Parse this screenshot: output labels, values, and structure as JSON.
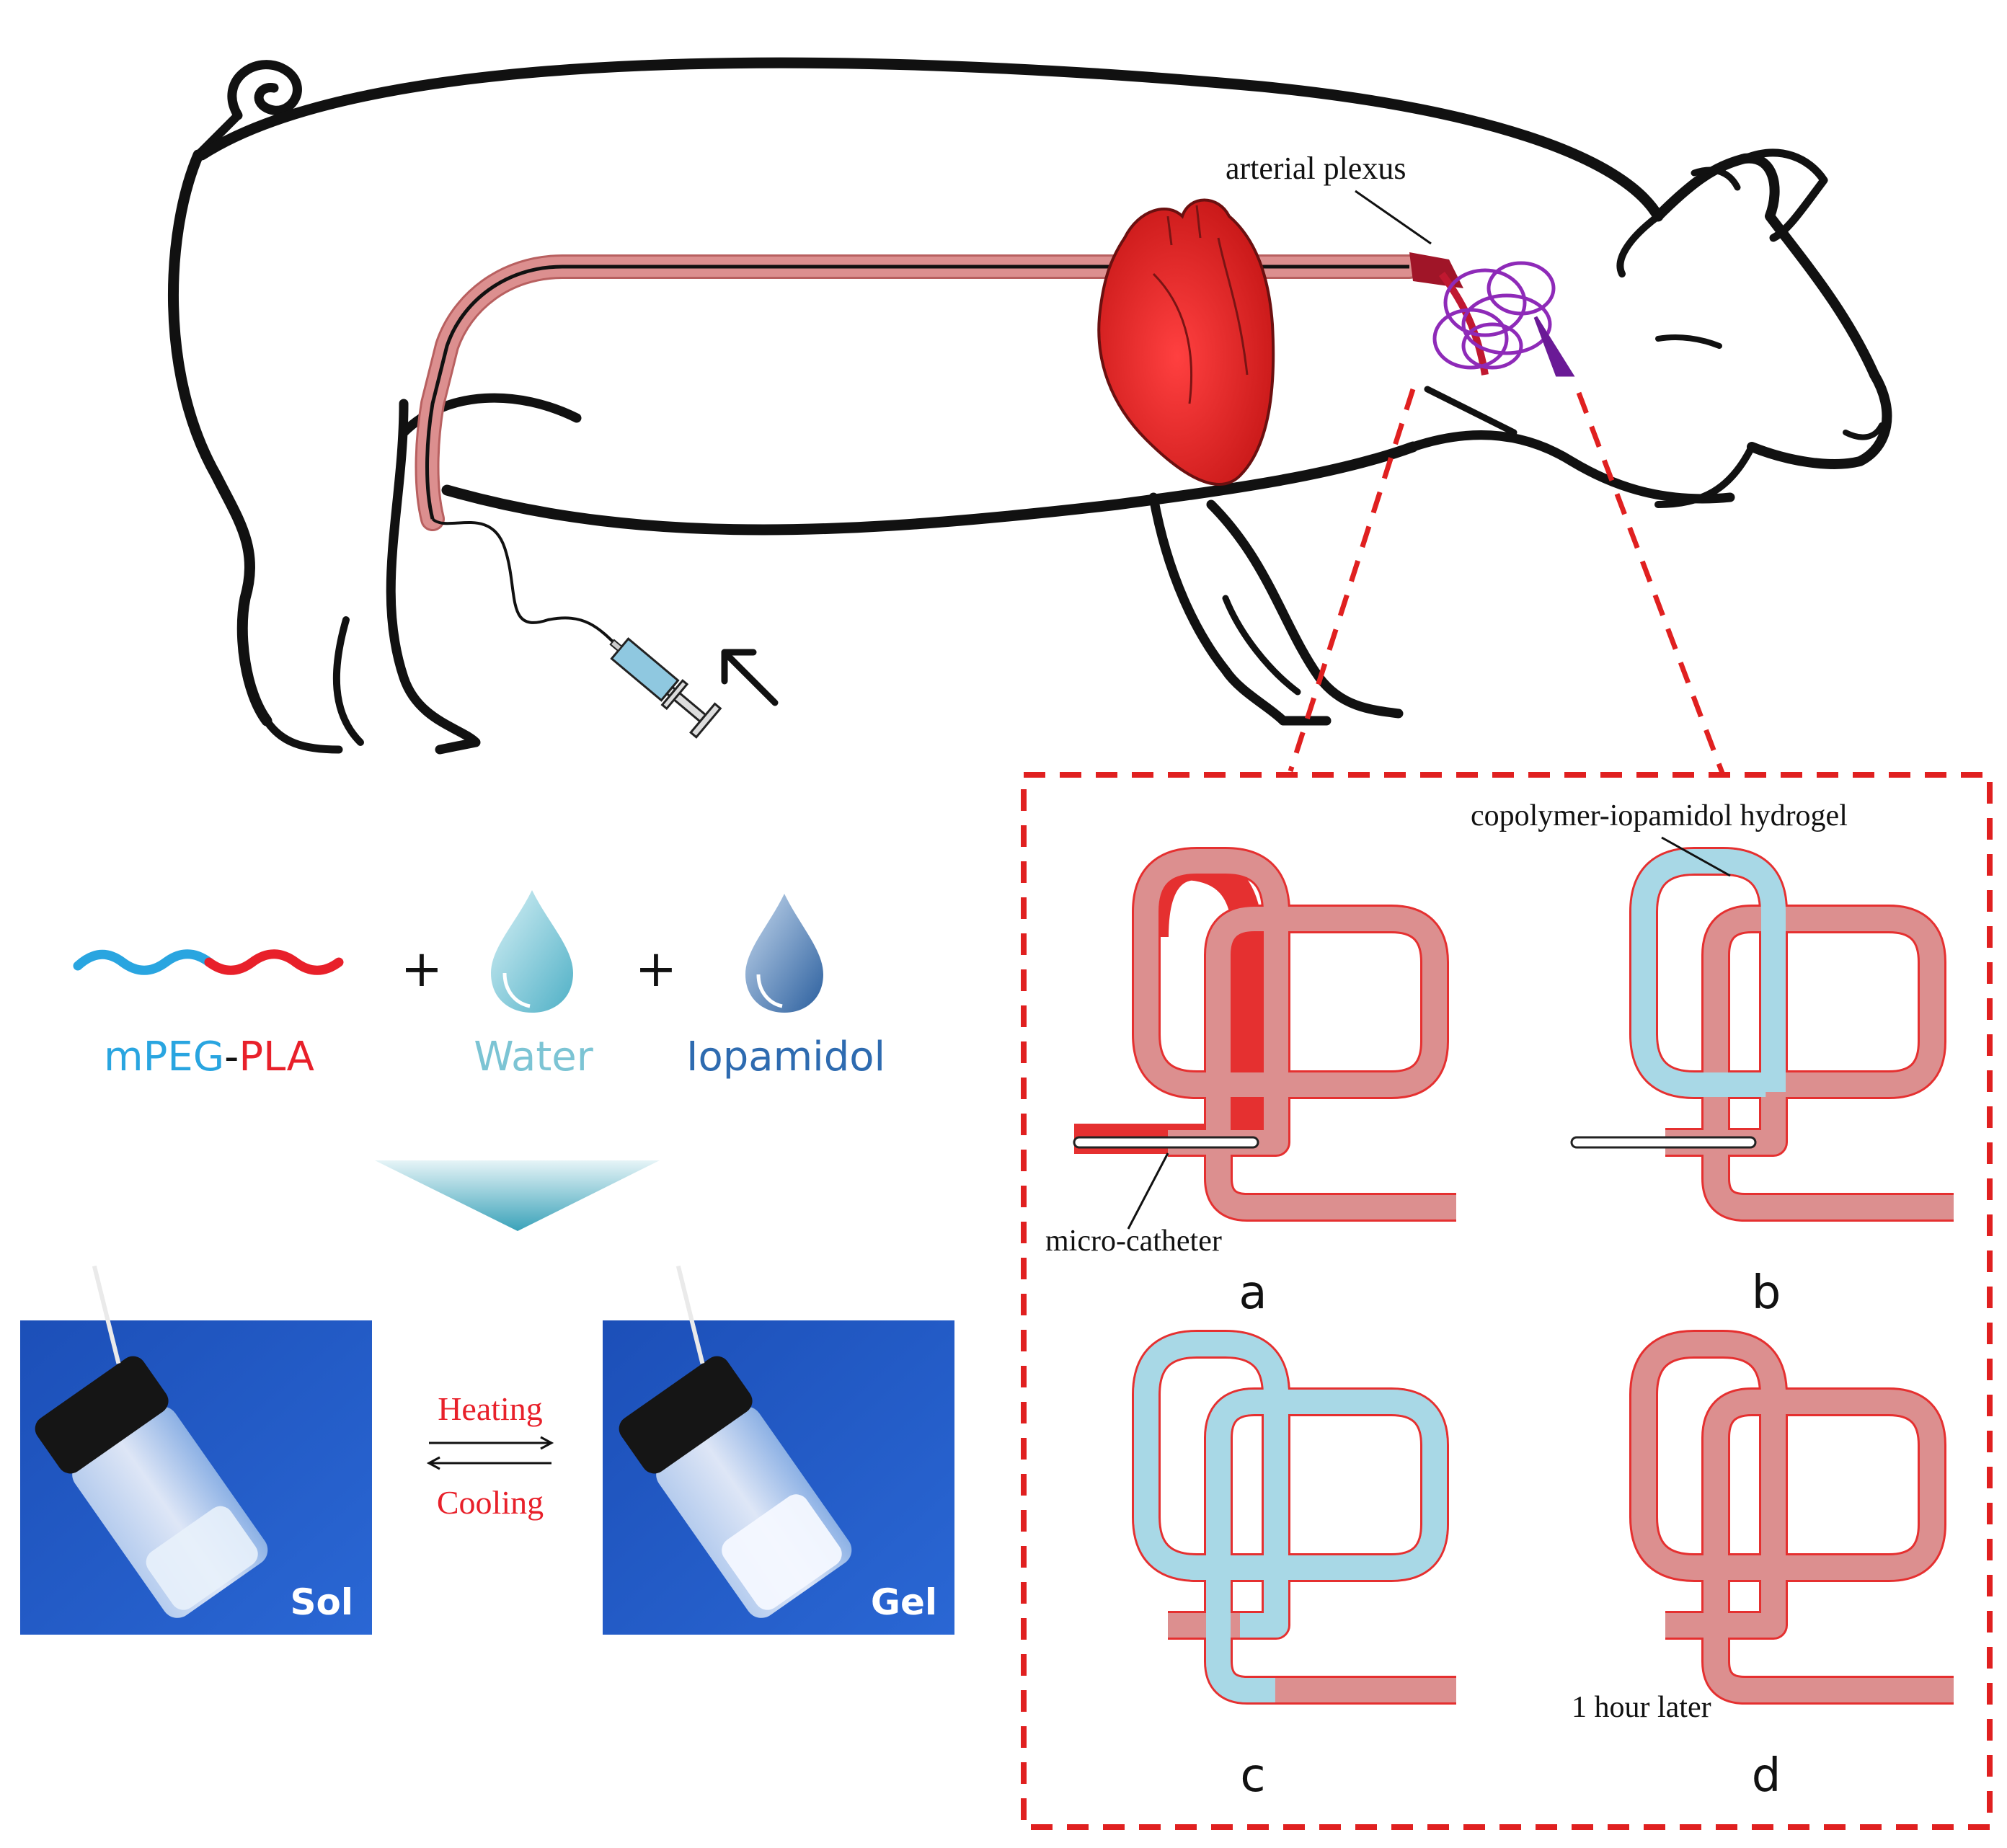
{
  "labels": {
    "arterial_plexus": "arterial plexus",
    "hydrogel": "copolymer-iopamidol hydrogel",
    "micro_catheter": "micro-catheter",
    "one_hour_later": "1 hour later",
    "panel_a": "a",
    "panel_b": "b",
    "panel_c": "c",
    "panel_d": "d"
  },
  "ingredients": {
    "mpeg": "mPEG",
    "dash": "-",
    "pla": "PLA",
    "water": "Water",
    "iopamidol": "Iopamidol",
    "plus": "+"
  },
  "transition": {
    "heating": "Heating",
    "cooling": "Cooling",
    "sol": "Sol",
    "gel": "Gel"
  },
  "colors": {
    "vessel_fill": "#dc8f8f",
    "vessel_outline": "#e53030",
    "hydrogel": "#a8d8e6",
    "mpeg_blue": "#29a5e0",
    "pla_red": "#e8202a",
    "water": "#7cc4d4",
    "iopamidol": "#2e6bb0",
    "dashed_box": "#e02020",
    "photo_blue": "#1f57c4",
    "heart": "#ee2a2a",
    "plexus": "#8e2ab8"
  },
  "icons": [
    "heart-icon",
    "syringe-icon",
    "arrow-icon",
    "water-drop-icon",
    "iopamidol-drop-icon",
    "funnel-arrow-icon",
    "vial-icon"
  ]
}
